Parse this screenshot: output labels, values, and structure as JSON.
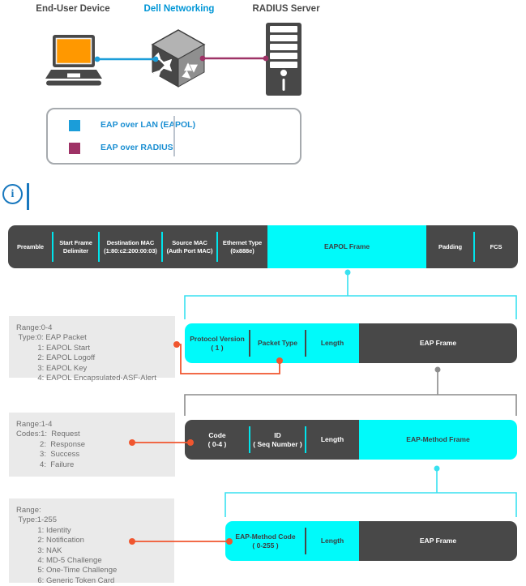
{
  "topology": {
    "nodes": [
      {
        "label": "End-User Device"
      },
      {
        "label": "Dell Networking"
      },
      {
        "label": "RADIUS Server"
      }
    ]
  },
  "legend": {
    "items": [
      {
        "label": "EAP over LAN (EAPOL)",
        "color": "#1B9DD9"
      },
      {
        "label": "EAP over RADIUS",
        "color": "#9E3266"
      }
    ]
  },
  "note": {
    "glyph": "i"
  },
  "frames": {
    "row1": [
      "Preamble",
      "Start Frame\nDelimiter",
      "Destination MAC\n(1:80:c2:200:00:03)",
      "Source MAC\n(Auth Port MAC)",
      "Ethernet Type\n(0x888e)",
      "EAPOL Frame",
      "Padding",
      "FCS"
    ],
    "row2": [
      "Protocol Version\n( 1 )",
      "Packet Type",
      "Length",
      "EAP Frame"
    ],
    "row3": [
      "Code\n( 0-4 )",
      "ID\n( Seq Number )",
      "Length",
      "EAP-Method Frame"
    ],
    "row4": [
      "EAP-Method Code\n( 0-255 )",
      "Length",
      "EAP Frame"
    ]
  },
  "panels": [
    {
      "text": "Range:0-4\n Type:0: EAP Packet\n          1: EAPOL Start\n          2: EAPOL Logoff\n          3: EAPOL Key\n          4: EAPOL Encapsulated-ASF-Alert"
    },
    {
      "text": "Range:1-4\nCodes:1:  Request\n           2:  Response\n           3:  Success\n           4:  Failure"
    },
    {
      "text": "Range:\n Type:1-255\n          1: Identity\n          2: Notification\n          3: NAK\n          4: MD-5 Challenge\n          5: One-Time Challenge\n          6: Generic Token Card"
    }
  ],
  "colors": {
    "cyan_cell": "#00FAFA",
    "dark_cell": "#484848",
    "bracket_cyan": "#38E1F0",
    "bracket_gray": "#8C8C8C",
    "connector_orange": "#F0562F",
    "dell_blue": "#0096D6",
    "eapol_link": "#1B9DD9",
    "radius_link": "#9E3266",
    "laptop_screen": "#FF9800"
  }
}
